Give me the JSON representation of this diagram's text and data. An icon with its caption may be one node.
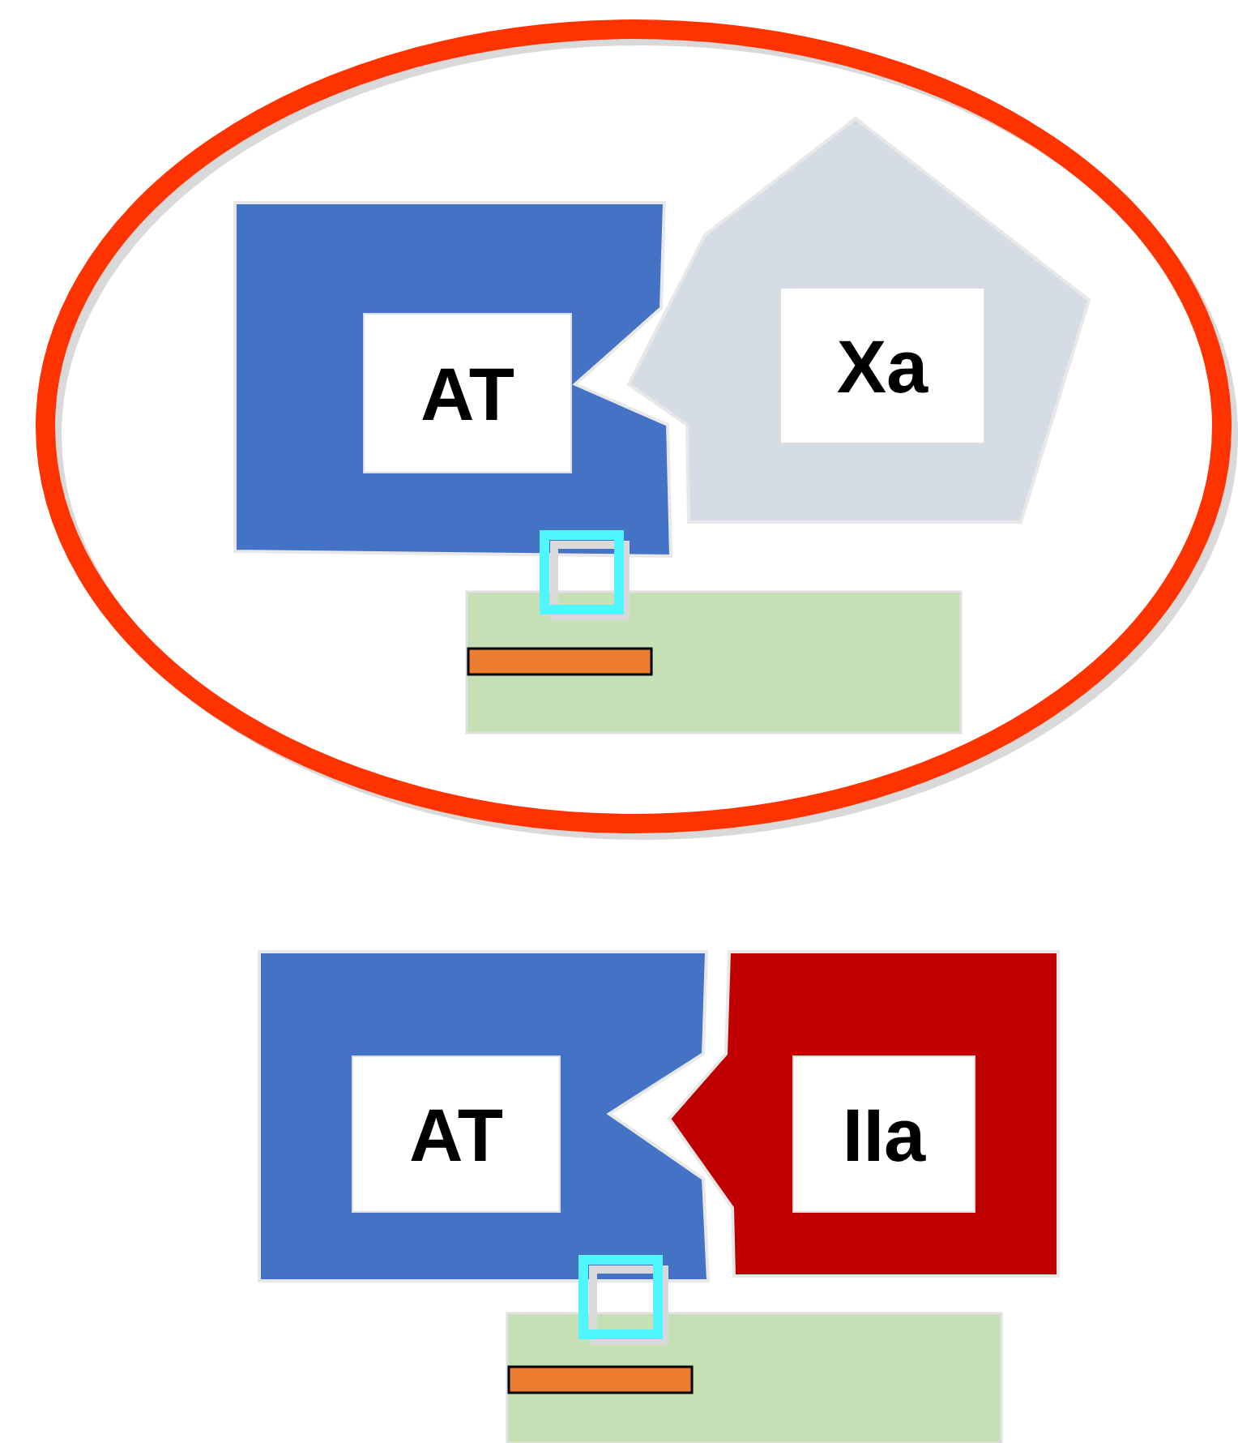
{
  "diagram": {
    "nodes": [
      {
        "text": [],
        "shape": "circle"
      },
      {
        "text": [
          "AT"
        ],
        "in": 0
      },
      {
        "text": [
          "Xa"
        ],
        "in": 0
      },
      {
        "text": [
          "AT"
        ]
      },
      {
        "text": [
          "IIa"
        ]
      }
    ]
  }
}
